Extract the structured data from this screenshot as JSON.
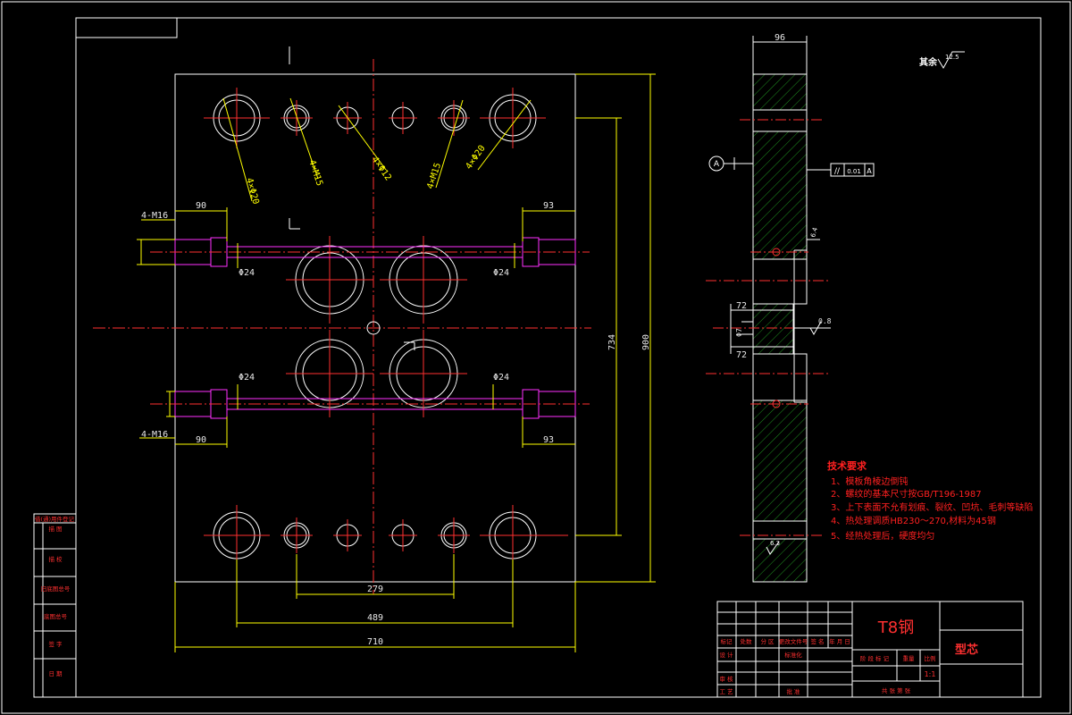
{
  "plan_view": {
    "hole_callouts": [
      "4×Φ20",
      "4×M15",
      "4×Φ12",
      "4×M15",
      "4×Φ20"
    ],
    "thread_left_top": "4-M16",
    "thread_left_bottom": "4-M16",
    "dim_90_top": "90",
    "dim_93_top": "93",
    "dim_90_bottom": "90",
    "dim_93_bottom": "93",
    "dia_24_tl": "Φ24",
    "dia_24_tr": "Φ24",
    "dia_24_bl": "Φ24",
    "dia_24_br": "Φ24",
    "dim_734": "734",
    "dim_900": "900",
    "dim_279": "279",
    "dim_489": "489",
    "dim_710": "710"
  },
  "section_view": {
    "width_dim": "96",
    "datum": "A",
    "flatness_tol": "0.01",
    "flatness_datum": "A",
    "rough_side": "6.4",
    "dim_72_top": "72",
    "dim_72_bottom": "72",
    "dia_7": "Φ7",
    "rough_mid": "0.8",
    "rough_bottom": "6.3"
  },
  "general_roughness": {
    "label": "其余",
    "value": "12.5"
  },
  "tech_requirements": {
    "title": "技术要求",
    "items": [
      "1、模板角棱边倒钝",
      "2、螺纹的基本尺寸按GB/T196-1987",
      "3、上下表面不允有划痕、裂纹、凹坑、毛刺等缺陷",
      "4、热处理调质HB230～270,材料为45钢",
      "5、经热处理后，硬度均匀"
    ]
  },
  "title_block": {
    "material": "T8钢",
    "part_name": "型芯",
    "scale": "1:1",
    "header_labels": [
      "标记",
      "处数",
      "分 区",
      "更改文件号",
      "签 名",
      "年 月 日"
    ],
    "row_labels": [
      "设 计",
      "标准化",
      "审 核",
      "工 艺",
      "批 准"
    ],
    "stage_labels": [
      "阶 段 标 记",
      "重量",
      "比例"
    ],
    "sheet_text": "共  张  第  张"
  },
  "side_panel": {
    "header": "借(通)用件登记",
    "labels": [
      "描  图",
      "描  校",
      "旧底图总号",
      "底图总号",
      "签  字",
      "日  期"
    ]
  }
}
